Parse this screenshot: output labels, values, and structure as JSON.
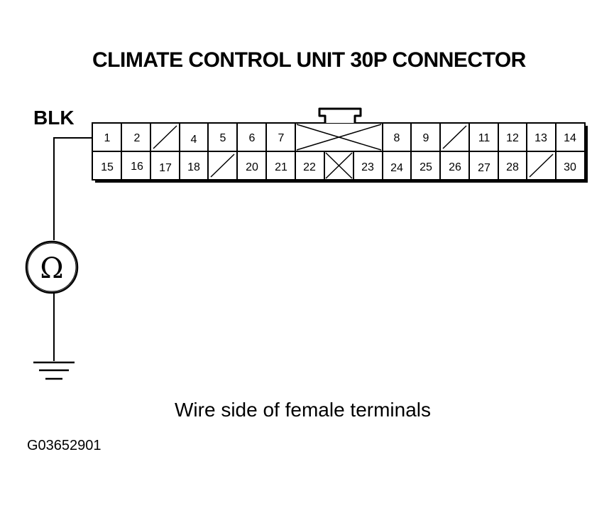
{
  "title": "CLIMATE CONTROL UNIT 30P CONNECTOR",
  "wire_color": "BLK",
  "meter_symbol": "Ω",
  "caption": "Wire side of female terminals",
  "figure_id": "G03652901",
  "connector": {
    "top_row": [
      "1",
      "2",
      "",
      "4",
      "5",
      "6",
      "7",
      "",
      "",
      "",
      "8",
      "9",
      "",
      "11",
      "12",
      "13",
      "14"
    ],
    "bottom_row": [
      "15",
      "16",
      "17",
      "18",
      "",
      "20",
      "21",
      "22",
      "",
      "23",
      "24",
      "25",
      "26",
      "27",
      "28",
      "",
      "30"
    ]
  }
}
